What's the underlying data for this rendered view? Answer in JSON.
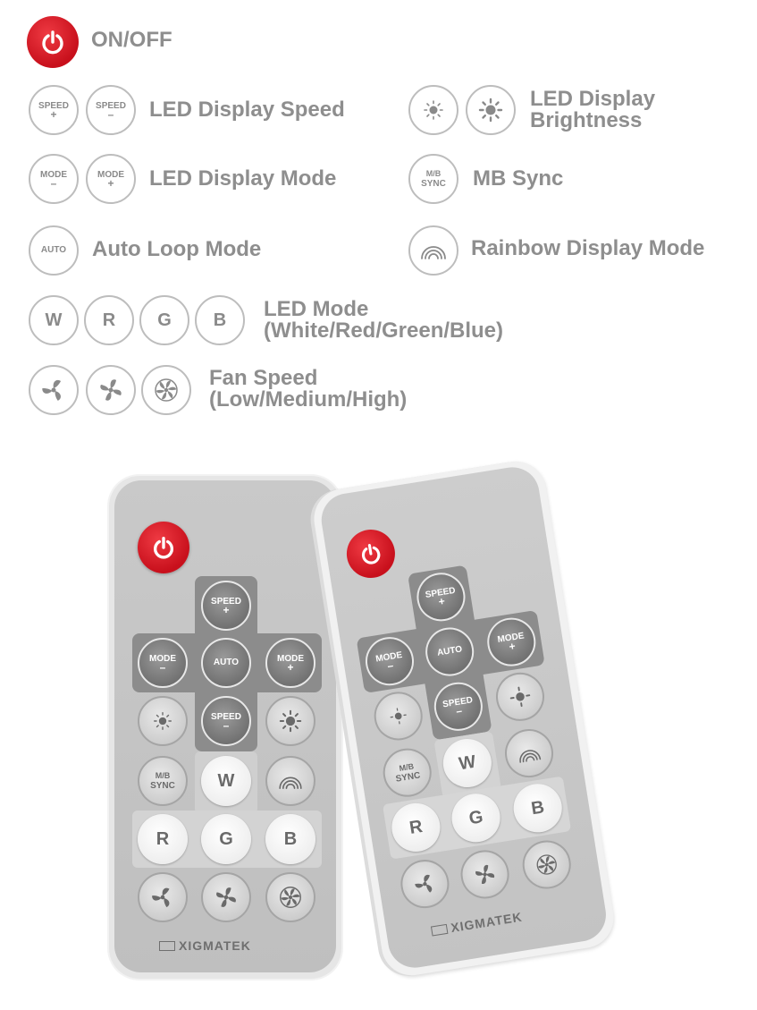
{
  "legend": {
    "power_label": "ON/OFF",
    "speed_plus": "SPEED",
    "speed_minus": "SPEED",
    "led_display_speed": "LED Display Speed",
    "led_display_brightness_1": "LED Display",
    "led_display_brightness_2": "Brightness",
    "mode_minus": "MODE",
    "mode_plus": "MODE",
    "led_display_mode": "LED Display Mode",
    "mb_sync_top": "M/B",
    "mb_sync_bottom": "SYNC",
    "mb_sync": "MB Sync",
    "auto": "AUTO",
    "auto_loop_mode": "Auto Loop Mode",
    "rainbow_display_mode": "Rainbow Display Mode",
    "w": "W",
    "r": "R",
    "g": "G",
    "b": "B",
    "led_mode_1": "LED Mode",
    "led_mode_2": "(White/Red/Green/Blue)",
    "fan_speed_1": "Fan Speed",
    "fan_speed_2": "(Low/Medium/High)",
    "plus": "+",
    "minus": "–"
  },
  "remote": {
    "speed": "SPEED",
    "mode": "MODE",
    "auto": "AUTO",
    "mb": "M/B",
    "sync": "SYNC",
    "w": "W",
    "r": "R",
    "g": "G",
    "b": "B",
    "plus": "+",
    "minus": "–",
    "brand": "XIGMATEK"
  },
  "colors": {
    "accent_red": "#d0121f",
    "label_grey": "#8e8e8e",
    "icon_border": "#bdbdbd"
  }
}
